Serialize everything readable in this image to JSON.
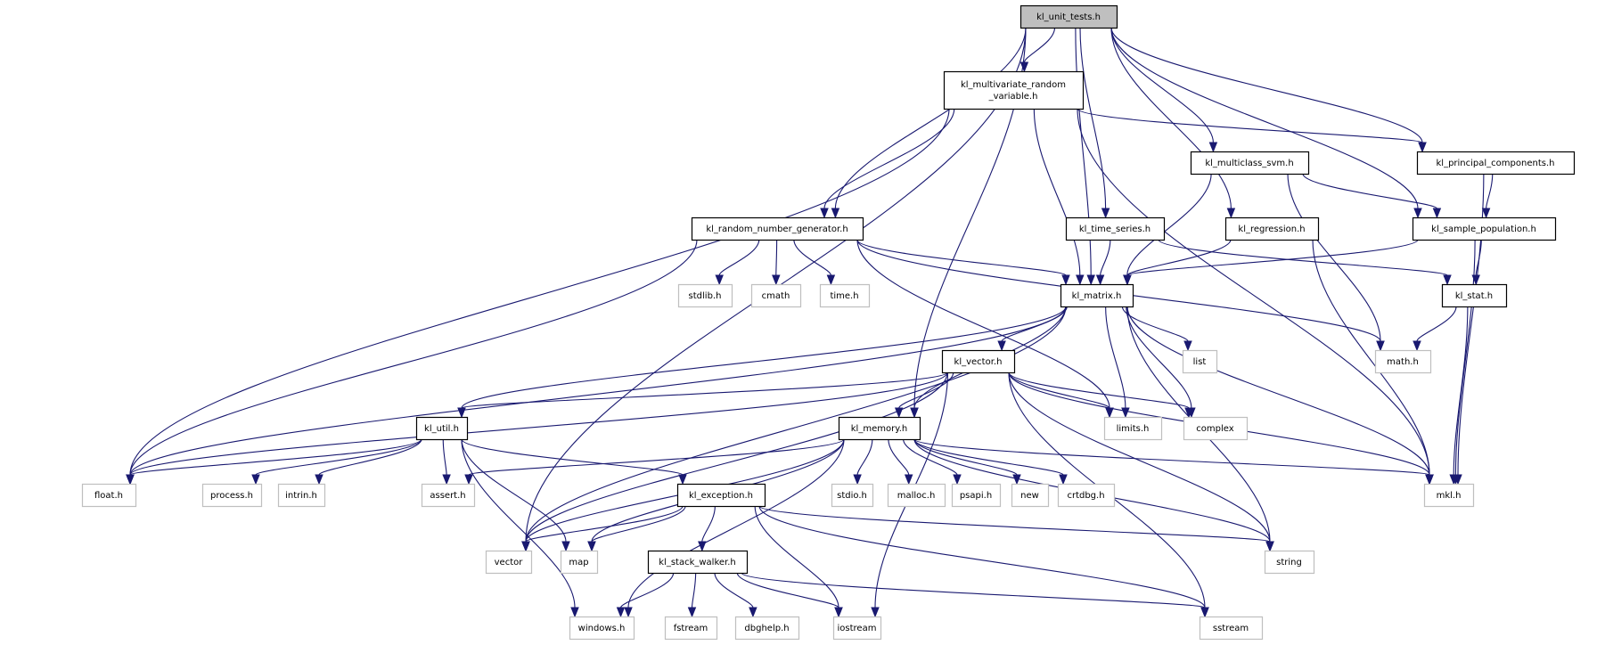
{
  "diagram": {
    "title": "kl_unit_tests.h include dependency graph",
    "colors": {
      "edge": "#191970",
      "root_fill": "#bfbfbf",
      "internal_border": "#000000",
      "external_border": "#bfbfbf",
      "background": "#ffffff"
    },
    "nodes": [
      {
        "id": "kl_unit_tests",
        "label": "kl_unit_tests.h",
        "kind": "root"
      },
      {
        "id": "kl_multivariate_random_variable",
        "label": "kl_multivariate_random\n_variable.h",
        "kind": "internal"
      },
      {
        "id": "kl_multiclass_svm",
        "label": "kl_multiclass_svm.h",
        "kind": "internal"
      },
      {
        "id": "kl_principal_components",
        "label": "kl_principal_components.h",
        "kind": "internal"
      },
      {
        "id": "kl_random_number_generator",
        "label": "kl_random_number_generator.h",
        "kind": "internal"
      },
      {
        "id": "kl_time_series",
        "label": "kl_time_series.h",
        "kind": "internal"
      },
      {
        "id": "kl_regression",
        "label": "kl_regression.h",
        "kind": "internal"
      },
      {
        "id": "kl_sample_population",
        "label": "kl_sample_population.h",
        "kind": "internal"
      },
      {
        "id": "stdlib_h",
        "label": "stdlib.h",
        "kind": "external"
      },
      {
        "id": "cmath",
        "label": "cmath",
        "kind": "external"
      },
      {
        "id": "time_h",
        "label": "time.h",
        "kind": "external"
      },
      {
        "id": "kl_matrix",
        "label": "kl_matrix.h",
        "kind": "internal"
      },
      {
        "id": "kl_stat",
        "label": "kl_stat.h",
        "kind": "internal"
      },
      {
        "id": "list",
        "label": "list",
        "kind": "external"
      },
      {
        "id": "math_h",
        "label": "math.h",
        "kind": "external"
      },
      {
        "id": "kl_vector",
        "label": "kl_vector.h",
        "kind": "internal"
      },
      {
        "id": "kl_util",
        "label": "kl_util.h",
        "kind": "internal"
      },
      {
        "id": "kl_memory",
        "label": "kl_memory.h",
        "kind": "internal"
      },
      {
        "id": "limits_h",
        "label": "limits.h",
        "kind": "external"
      },
      {
        "id": "complex",
        "label": "complex",
        "kind": "external"
      },
      {
        "id": "float_h",
        "label": "float.h",
        "kind": "external"
      },
      {
        "id": "process_h",
        "label": "process.h",
        "kind": "external"
      },
      {
        "id": "intrin_h",
        "label": "intrin.h",
        "kind": "external"
      },
      {
        "id": "assert_h",
        "label": "assert.h",
        "kind": "external"
      },
      {
        "id": "kl_exception",
        "label": "kl_exception.h",
        "kind": "internal"
      },
      {
        "id": "stdio_h",
        "label": "stdio.h",
        "kind": "external"
      },
      {
        "id": "malloc_h",
        "label": "malloc.h",
        "kind": "external"
      },
      {
        "id": "psapi_h",
        "label": "psapi.h",
        "kind": "external"
      },
      {
        "id": "new",
        "label": "new",
        "kind": "external"
      },
      {
        "id": "crtdbg_h",
        "label": "crtdbg.h",
        "kind": "external"
      },
      {
        "id": "mkl_h",
        "label": "mkl.h",
        "kind": "external"
      },
      {
        "id": "vector",
        "label": "vector",
        "kind": "external"
      },
      {
        "id": "map",
        "label": "map",
        "kind": "external"
      },
      {
        "id": "kl_stack_walker",
        "label": "kl_stack_walker.h",
        "kind": "internal"
      },
      {
        "id": "string",
        "label": "string",
        "kind": "external"
      },
      {
        "id": "windows_h",
        "label": "windows.h",
        "kind": "external"
      },
      {
        "id": "fstream",
        "label": "fstream",
        "kind": "external"
      },
      {
        "id": "dbghelp_h",
        "label": "dbghelp.h",
        "kind": "external"
      },
      {
        "id": "iostream",
        "label": "iostream",
        "kind": "external"
      },
      {
        "id": "sstream",
        "label": "sstream",
        "kind": "external"
      }
    ],
    "edges": [
      [
        "kl_unit_tests",
        "kl_multivariate_random_variable"
      ],
      [
        "kl_unit_tests",
        "kl_random_number_generator"
      ],
      [
        "kl_unit_tests",
        "kl_matrix"
      ],
      [
        "kl_unit_tests",
        "kl_time_series"
      ],
      [
        "kl_unit_tests",
        "kl_regression"
      ],
      [
        "kl_unit_tests",
        "kl_multiclass_svm"
      ],
      [
        "kl_unit_tests",
        "kl_principal_components"
      ],
      [
        "kl_unit_tests",
        "kl_sample_population"
      ],
      [
        "kl_unit_tests",
        "kl_memory"
      ],
      [
        "kl_unit_tests",
        "vector"
      ],
      [
        "kl_multivariate_random_variable",
        "kl_random_number_generator"
      ],
      [
        "kl_multivariate_random_variable",
        "kl_matrix"
      ],
      [
        "kl_multivariate_random_variable",
        "kl_principal_components"
      ],
      [
        "kl_multivariate_random_variable",
        "float_h"
      ],
      [
        "kl_multivariate_random_variable",
        "mkl_h"
      ],
      [
        "kl_random_number_generator",
        "stdlib_h"
      ],
      [
        "kl_random_number_generator",
        "cmath"
      ],
      [
        "kl_random_number_generator",
        "time_h"
      ],
      [
        "kl_random_number_generator",
        "kl_matrix"
      ],
      [
        "kl_random_number_generator",
        "float_h"
      ],
      [
        "kl_random_number_generator",
        "limits_h"
      ],
      [
        "kl_random_number_generator",
        "math_h"
      ],
      [
        "kl_time_series",
        "kl_matrix"
      ],
      [
        "kl_time_series",
        "kl_stat"
      ],
      [
        "kl_regression",
        "kl_matrix"
      ],
      [
        "kl_regression",
        "mkl_h"
      ],
      [
        "kl_multiclass_svm",
        "kl_matrix"
      ],
      [
        "kl_multiclass_svm",
        "kl_sample_population"
      ],
      [
        "kl_multiclass_svm",
        "math_h"
      ],
      [
        "kl_principal_components",
        "kl_sample_population"
      ],
      [
        "kl_principal_components",
        "mkl_h"
      ],
      [
        "kl_sample_population",
        "kl_matrix"
      ],
      [
        "kl_sample_population",
        "kl_stat"
      ],
      [
        "kl_sample_population",
        "mkl_h"
      ],
      [
        "kl_stat",
        "math_h"
      ],
      [
        "kl_stat",
        "mkl_h"
      ],
      [
        "kl_matrix",
        "kl_vector"
      ],
      [
        "kl_matrix",
        "kl_util"
      ],
      [
        "kl_matrix",
        "kl_memory"
      ],
      [
        "kl_matrix",
        "list"
      ],
      [
        "kl_matrix",
        "limits_h"
      ],
      [
        "kl_matrix",
        "complex"
      ],
      [
        "kl_matrix",
        "string"
      ],
      [
        "kl_matrix",
        "mkl_h"
      ],
      [
        "kl_matrix",
        "float_h"
      ],
      [
        "kl_matrix",
        "vector"
      ],
      [
        "kl_vector",
        "kl_util"
      ],
      [
        "kl_vector",
        "kl_memory"
      ],
      [
        "kl_vector",
        "limits_h"
      ],
      [
        "kl_vector",
        "complex"
      ],
      [
        "kl_vector",
        "string"
      ],
      [
        "kl_vector",
        "mkl_h"
      ],
      [
        "kl_vector",
        "float_h"
      ],
      [
        "kl_vector",
        "vector"
      ],
      [
        "kl_vector",
        "iostream"
      ],
      [
        "kl_vector",
        "sstream"
      ],
      [
        "kl_util",
        "float_h"
      ],
      [
        "kl_util",
        "process_h"
      ],
      [
        "kl_util",
        "intrin_h"
      ],
      [
        "kl_util",
        "assert_h"
      ],
      [
        "kl_util",
        "kl_exception"
      ],
      [
        "kl_util",
        "map"
      ],
      [
        "kl_util",
        "windows_h"
      ],
      [
        "kl_memory",
        "stdio_h"
      ],
      [
        "kl_memory",
        "malloc_h"
      ],
      [
        "kl_memory",
        "psapi_h"
      ],
      [
        "kl_memory",
        "new"
      ],
      [
        "kl_memory",
        "crtdbg_h"
      ],
      [
        "kl_memory",
        "assert_h"
      ],
      [
        "kl_memory",
        "mkl_h"
      ],
      [
        "kl_memory",
        "string"
      ],
      [
        "kl_memory",
        "vector"
      ],
      [
        "kl_memory",
        "map"
      ],
      [
        "kl_memory",
        "windows_h"
      ],
      [
        "kl_exception",
        "vector"
      ],
      [
        "kl_exception",
        "map"
      ],
      [
        "kl_exception",
        "kl_stack_walker"
      ],
      [
        "kl_exception",
        "string"
      ],
      [
        "kl_exception",
        "iostream"
      ],
      [
        "kl_exception",
        "sstream"
      ],
      [
        "kl_stack_walker",
        "windows_h"
      ],
      [
        "kl_stack_walker",
        "fstream"
      ],
      [
        "kl_stack_walker",
        "dbghelp_h"
      ],
      [
        "kl_stack_walker",
        "iostream"
      ],
      [
        "kl_stack_walker",
        "sstream"
      ]
    ]
  }
}
